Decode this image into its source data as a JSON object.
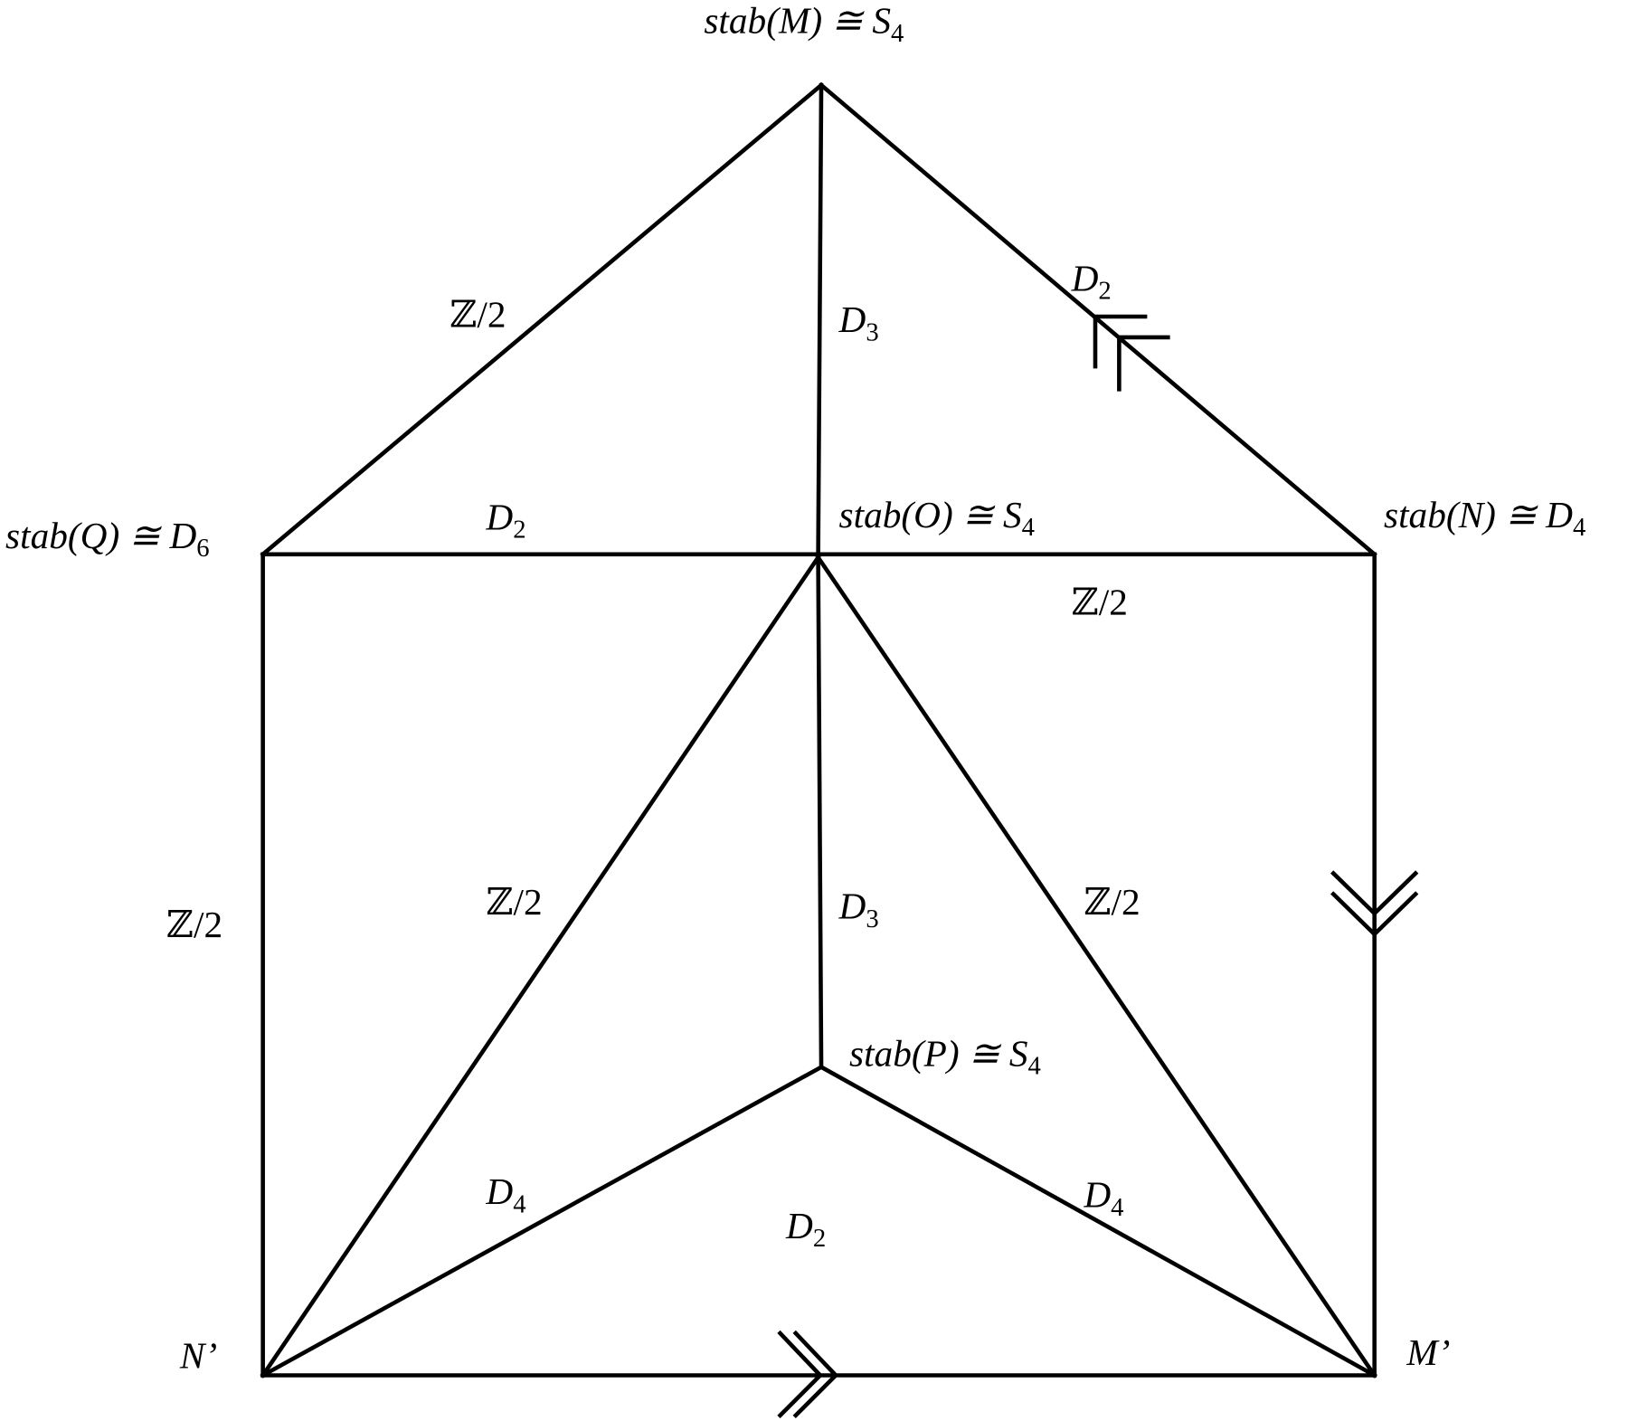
{
  "diagram": {
    "vertices": {
      "M": {
        "main": "stab(M) ≅ S",
        "sub": "4"
      },
      "Q": {
        "main": "stab(Q) ≅ D",
        "sub": "6"
      },
      "O": {
        "main": "stab(O) ≅ S",
        "sub": "4"
      },
      "N": {
        "main": "stab(N) ≅ D",
        "sub": "4"
      },
      "P": {
        "main": "stab(P) ≅ S",
        "sub": "4"
      },
      "Nprime": {
        "main": "N’"
      },
      "Mprime": {
        "main": "M’"
      }
    },
    "edges": {
      "MQ": {
        "main": "ℤ/2"
      },
      "MO": {
        "main": "D",
        "sub": "3"
      },
      "MN": {
        "main": "D",
        "sub": "2"
      },
      "QO": {
        "main": "D",
        "sub": "2"
      },
      "ON": {
        "main": "ℤ/2"
      },
      "QNp": {
        "main": "ℤ/2"
      },
      "ONp": {
        "main": "ℤ/2"
      },
      "OP": {
        "main": "D",
        "sub": "3"
      },
      "OMp": {
        "main": "ℤ/2"
      },
      "PNp": {
        "main": "D",
        "sub": "4"
      },
      "PMp": {
        "main": "D",
        "sub": "4"
      },
      "face": {
        "main": "D",
        "sub": "2"
      }
    }
  }
}
